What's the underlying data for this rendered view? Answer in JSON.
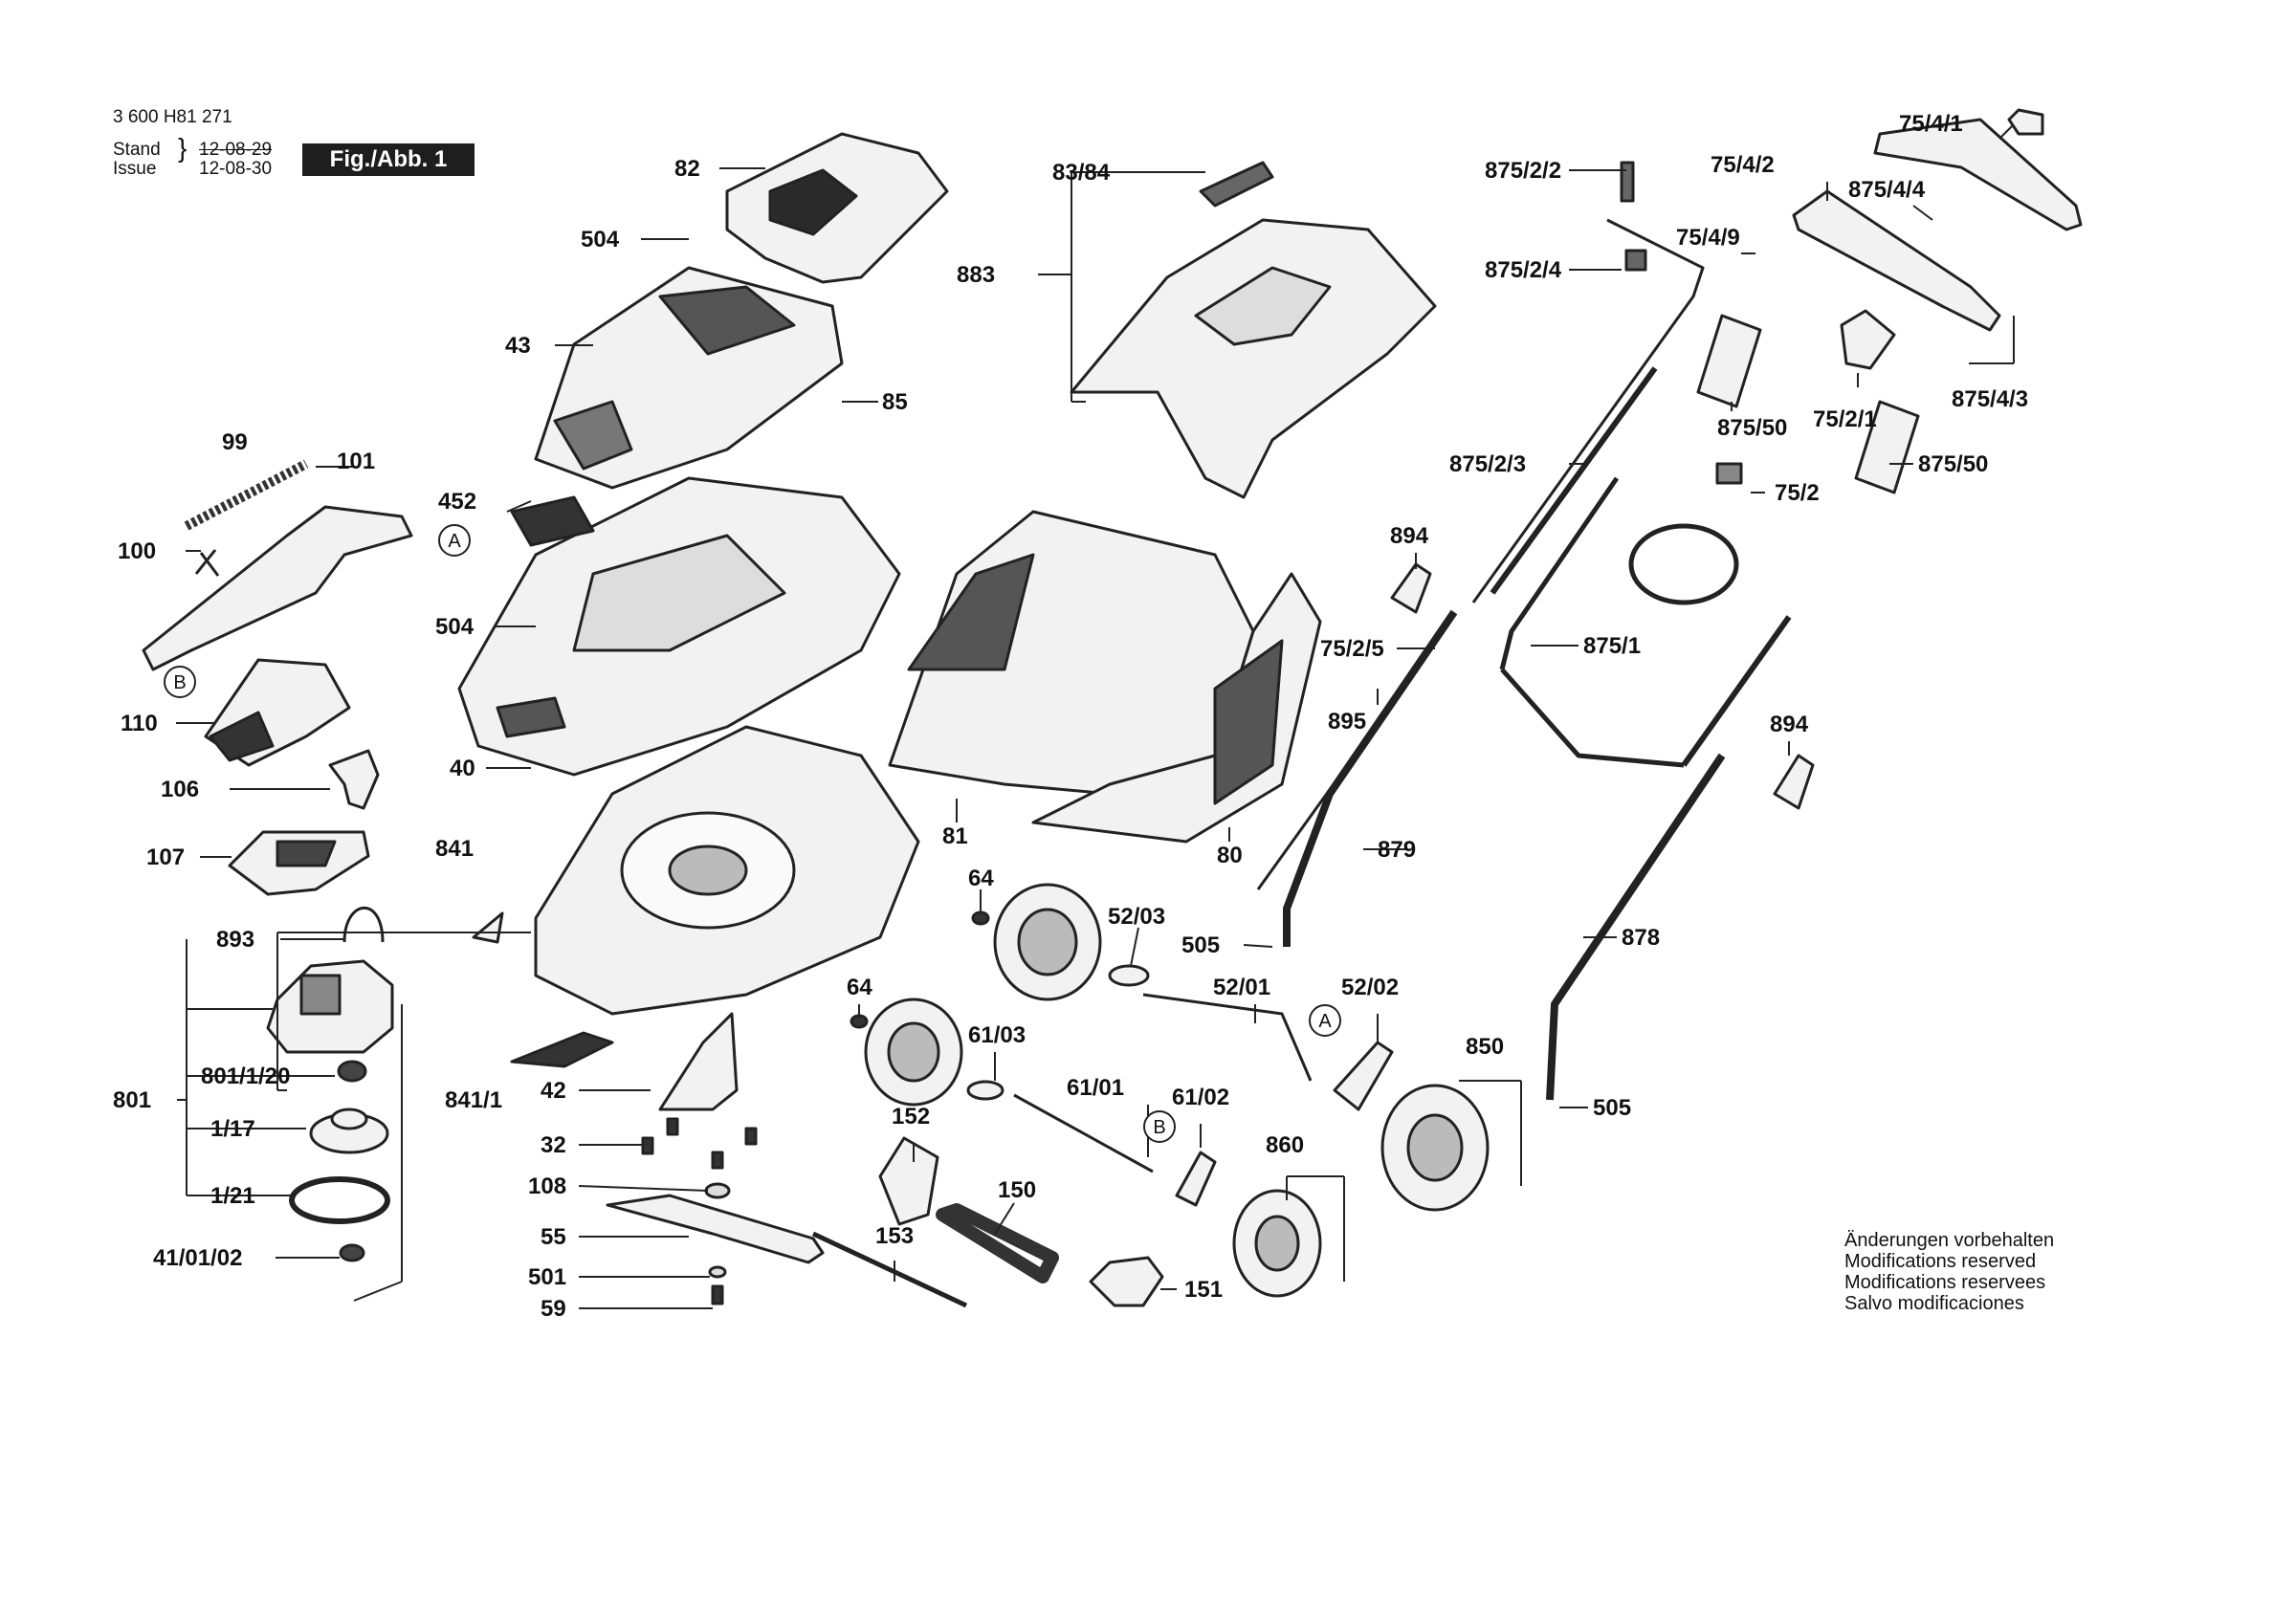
{
  "header": {
    "doc_number": "3 600 H81 271",
    "stand_label": "Stand",
    "issue_label": "Issue",
    "stand_date": "12-08-29",
    "issue_date": "12-08-30",
    "fig_label": "Fig./Abb. 1"
  },
  "notes": [
    "Änderungen vorbehalten",
    "Modifications reserved",
    "Modifications reservees",
    "Salvo modificaciones"
  ],
  "callouts": {
    "c1": "A",
    "c2": "B",
    "c3": "A",
    "c4": "B"
  },
  "labels": {
    "p82": "82",
    "p504a": "504",
    "p43": "43",
    "p85": "85",
    "p99": "99",
    "p101": "101",
    "p100": "100",
    "p452": "452",
    "p504b": "504",
    "p110": "110",
    "p40": "40",
    "p106": "106",
    "p107": "107",
    "p841": "841",
    "p893": "893",
    "p801": "801",
    "p801_1_20": "801/1/20",
    "p1_17": "1/17",
    "p1_21": "1/21",
    "p41_01_02": "41/01/02",
    "p841_1": "841/1",
    "p42": "42",
    "p32": "32",
    "p108": "108",
    "p55": "55",
    "p501": "501",
    "p59": "59",
    "p83_84": "83/84",
    "p883": "883",
    "p81": "81",
    "p80": "80",
    "p64a": "64",
    "p52_03": "52/03",
    "p505a": "505",
    "p52_01": "52/01",
    "p52_02": "52/02",
    "p64b": "64",
    "p61_03": "61/03",
    "p61_01": "61/01",
    "p61_02": "61/02",
    "p152": "152",
    "p150": "150",
    "p153": "153",
    "p151": "151",
    "p860": "860",
    "p850": "850",
    "p505b": "505",
    "p875_2_2": "875/2/2",
    "p875_2_4": "875/2/4",
    "p875_2_3": "875/2/3",
    "p894a": "894",
    "p75_2_5": "75/2/5",
    "p895": "895",
    "p879": "879",
    "p878": "878",
    "p894b": "894",
    "p875_1": "875/1",
    "p75_2": "75/2",
    "p875_50a": "875/50",
    "p875_50b": "875/50",
    "p75_2_1": "75/2/1",
    "p875_4_3": "875/4/3",
    "p75_4_9": "75/4/9",
    "p75_4_2": "75/4/2",
    "p875_4_4": "875/4/4",
    "p75_4_1": "75/4/1"
  }
}
